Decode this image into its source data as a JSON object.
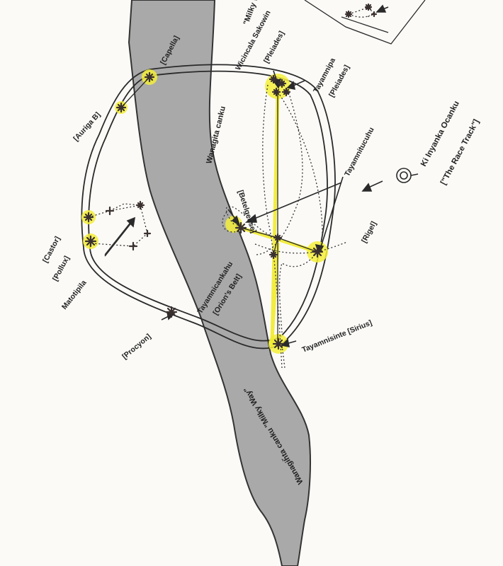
{
  "colors": {
    "paper": "#fbfaf7",
    "milky_way_fill": "#a9a9a9",
    "milky_way_edge": "#333333",
    "ink": "#2a2a2a",
    "star": "#3a3030",
    "highlight": "#f3ee3a",
    "highlight_line": "#f2ec2e"
  },
  "labels": {
    "capella": "[Capella]",
    "auriga_b": "[Auriga B]",
    "castor": "[Castor]",
    "pollux": "[Pollux]",
    "matotipila": "Matotipila",
    "procyon": "[Procyon]",
    "betelgeuse": "[Betelgeuse]",
    "orions_belt_name": "Tayamnicankahu",
    "orions_belt": "[Orion's Belt]",
    "pleiades_name": "Wicincala Sakowin",
    "pleiades": "[Pleiades]",
    "tayamnipa": "Tayamnipa",
    "pleiades_2": "[Pleiades]",
    "tayamnitucuhu": "Tayamnitucuhu",
    "rigel": "[Rigel]",
    "sirius": "Tayamnisinte [Sirius]",
    "milky_way_upper_name": "Wanagita canku",
    "milky_way_upper_quote": "\"Milky Way\"",
    "milky_way_lower": "Wanagiȟta canku \"Milky Way\"",
    "race_track_name": "Ki Inyanka Ocanku",
    "race_track_quote": "[\"The Race Track\"]"
  },
  "icons": {
    "star": "star-icon",
    "circle_symbol": "double-circle-icon"
  }
}
